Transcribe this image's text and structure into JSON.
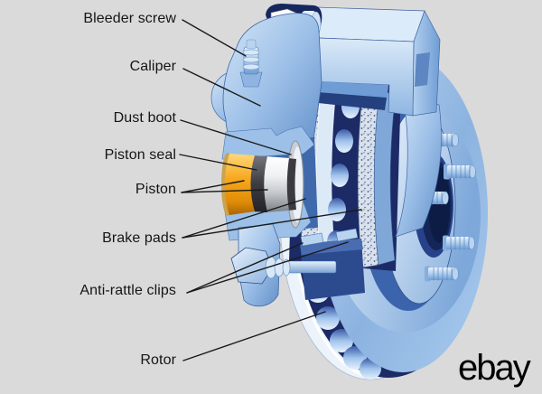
{
  "page": {
    "background": "#dadada"
  },
  "labels": [
    {
      "id": "bleeder-screw",
      "text": "Bleeder screw"
    },
    {
      "id": "caliper",
      "text": "Caliper"
    },
    {
      "id": "dust-boot",
      "text": "Dust boot"
    },
    {
      "id": "piston-seal",
      "text": "Piston seal"
    },
    {
      "id": "piston",
      "text": "Piston"
    },
    {
      "id": "brake-pads",
      "text": "Brake pads"
    },
    {
      "id": "anti-rattle-clips",
      "text": "Anti-rattle clips"
    },
    {
      "id": "rotor",
      "text": "Rotor"
    }
  ],
  "branding": {
    "logo": "ebay"
  },
  "colors": {
    "background": "#dadada",
    "caliper_blue": "#7ba7d9",
    "caliper_light": "#cfe2f5",
    "navy_shadow": "#1c2a66",
    "rotor_light": "#ecf3fb",
    "seal_orange": "#f5a51d",
    "piston_silver": "#c9ccd0",
    "label_text": "#151515",
    "logo_black": "#000000",
    "leader_line": "#1a1a1a"
  }
}
